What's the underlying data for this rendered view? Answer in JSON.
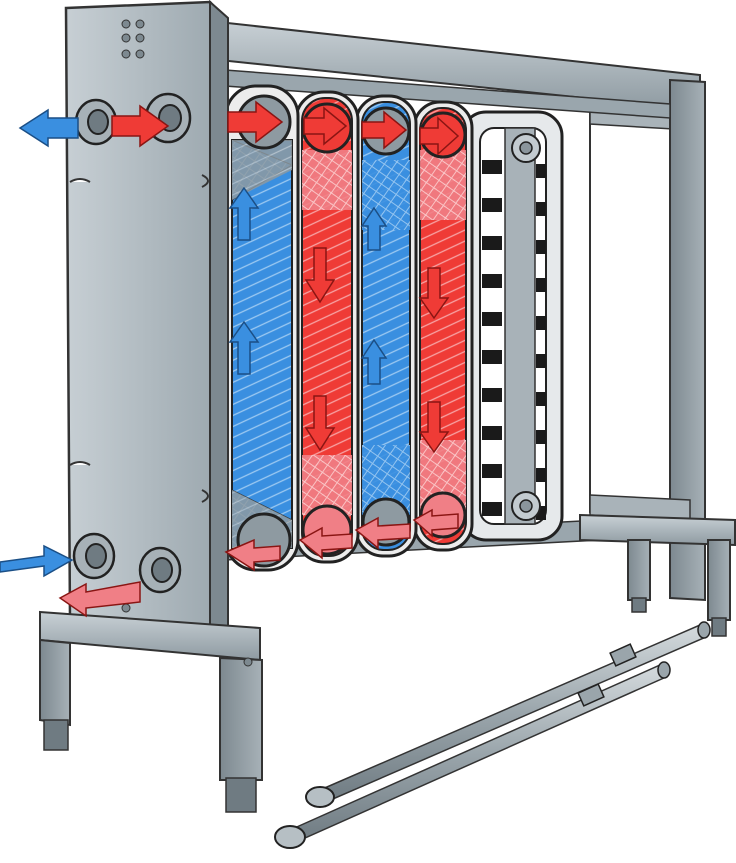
{
  "diagram": {
    "type": "plate-heat-exchanger-cutaway",
    "colors": {
      "steel_light": "#b9c2c8",
      "steel_mid": "#95a1a8",
      "steel_dark": "#6f7b82",
      "cold_fluid": "#3a8fe0",
      "hot_fluid": "#ef3b36",
      "hot_fluid_light": "#f07f86",
      "gasket": "#1a1a1a",
      "background": "#ffffff"
    },
    "plates": [
      {
        "id": "plate-1",
        "fluid": "cold",
        "flow": "up"
      },
      {
        "id": "plate-2",
        "fluid": "hot",
        "flow": "down"
      },
      {
        "id": "plate-3",
        "fluid": "cold",
        "flow": "up"
      },
      {
        "id": "plate-4",
        "fluid": "hot",
        "flow": "down"
      }
    ],
    "ports": [
      {
        "id": "cold-outlet",
        "fluid": "cold",
        "direction": "out",
        "location": "top-left"
      },
      {
        "id": "hot-inlet",
        "fluid": "hot",
        "direction": "in",
        "location": "top-right"
      },
      {
        "id": "cold-inlet",
        "fluid": "cold",
        "direction": "in",
        "location": "bottom-left"
      },
      {
        "id": "hot-outlet",
        "fluid": "hot",
        "direction": "out",
        "location": "bottom-right"
      }
    ],
    "icons": [
      "arrow-right-icon",
      "arrow-left-icon",
      "arrow-up-icon",
      "arrow-down-icon",
      "bolt-icon"
    ]
  }
}
